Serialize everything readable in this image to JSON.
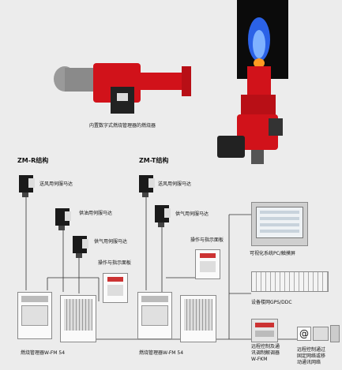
{
  "caption_burner": "内置数字式燃烧管理器的燃烧器",
  "zmr": {
    "title": "ZM-R结构",
    "servo_air": "送风用伺服马达",
    "servo_oil": "供油用伺服马达",
    "servo_gas": "供气用伺服马达",
    "panel": "操作与指示面板",
    "manager": "燃烧管理器W-FM 54"
  },
  "zmt": {
    "title": "ZM-T结构",
    "servo_air": "送风用伺服马达",
    "servo_gas": "供气用伺服马达",
    "panel": "操作与指示面板",
    "manager": "燃烧管理器W-FM 54"
  },
  "right": {
    "pc": "可视化系统PC/触摸屏",
    "bms": "设备楼网GPS/DDC",
    "remote_line1": "远程控制及通",
    "remote_line2": "讯调制解调器",
    "remote_line3": "W-FKM",
    "net_line1": "远程控制通过",
    "net_line2": "固定网络或移",
    "net_line3": "动通讯网络"
  },
  "colors": {
    "burner_red": "#d1121a",
    "flame_blue": "#2f6cff",
    "background": "#ececec"
  }
}
